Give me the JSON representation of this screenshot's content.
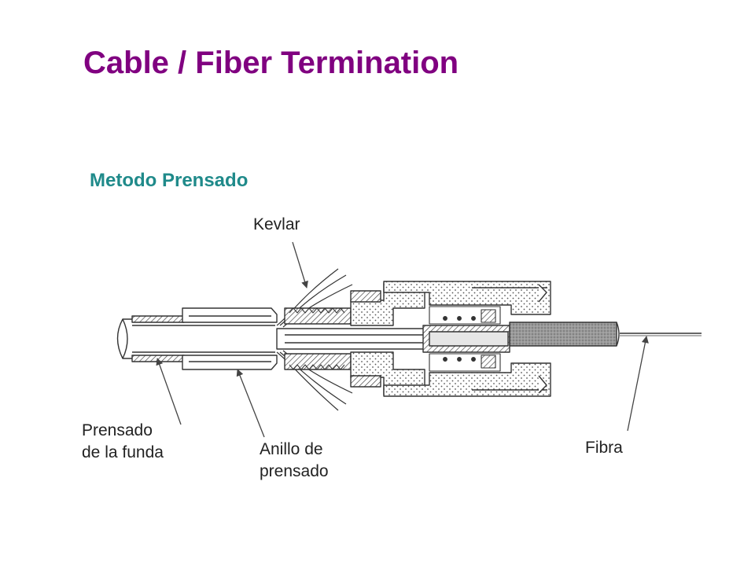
{
  "slide": {
    "title": "Cable / Fiber Termination",
    "subtitle": "Metodo Prensado"
  },
  "callouts": {
    "kevlar": "Kevlar",
    "jacket_crimp": {
      "line1": "Prensado",
      "line2": "de la funda"
    },
    "crimp_ring": {
      "line1": "Anillo de",
      "line2": "prensado"
    },
    "fiber": "Fibra"
  },
  "colors": {
    "title": "#800080",
    "subtitle": "#1f8a8a",
    "text": "#222222",
    "line_art": "#333333"
  }
}
